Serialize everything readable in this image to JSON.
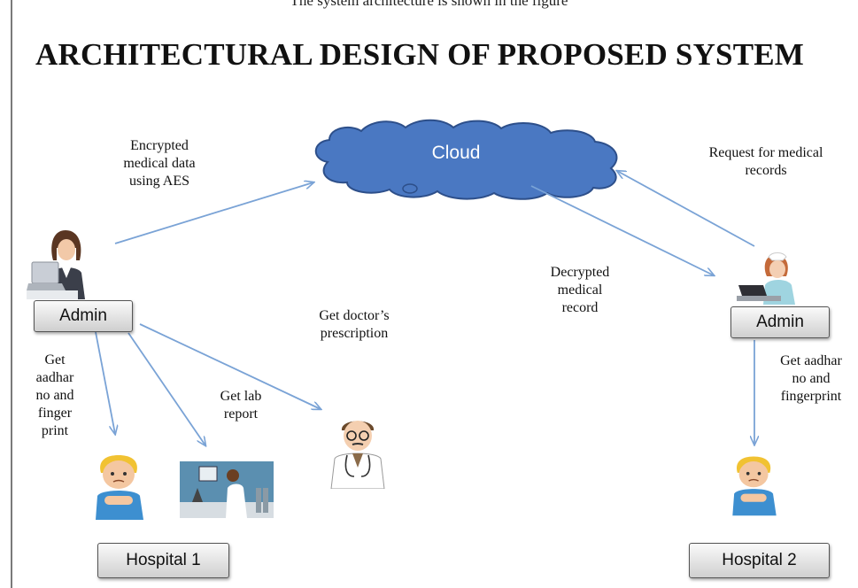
{
  "top_caption": "The system architecture is shown in the figure",
  "title": "ARCHITECTURAL DESIGN OF PROPOSED SYSTEM",
  "cloud": {
    "label": "Cloud"
  },
  "admins": [
    {
      "label": "Admin"
    },
    {
      "label": "Admin"
    }
  ],
  "hospitals": [
    {
      "label": "Hospital 1"
    },
    {
      "label": "Hospital 2"
    }
  ],
  "annotations": {
    "encrypted": [
      "Encrypted",
      "medical  data",
      "using AES"
    ],
    "request": [
      "Request for medical",
      "records"
    ],
    "decrypted": [
      "Decrypted",
      "medical",
      "record"
    ],
    "prescription": [
      "Get doctor’s",
      "prescription"
    ],
    "lab": [
      "Get lab",
      "report"
    ],
    "aadhar_left": [
      "Get",
      "aadhar",
      "no and",
      "finger",
      "print"
    ],
    "aadhar_right": [
      "Get aadhar",
      "no and",
      "fingerprint"
    ]
  },
  "colors": {
    "cloud_fill": "#4a78c2",
    "cloud_stroke": "#2d4f8a",
    "arrow": "#7aa3d6"
  },
  "icons": [
    "admin-woman-laptop-icon",
    "admin-nurse-laptop-icon",
    "patient-icon",
    "lab-technician-icon",
    "doctor-icon",
    "patient-icon"
  ]
}
